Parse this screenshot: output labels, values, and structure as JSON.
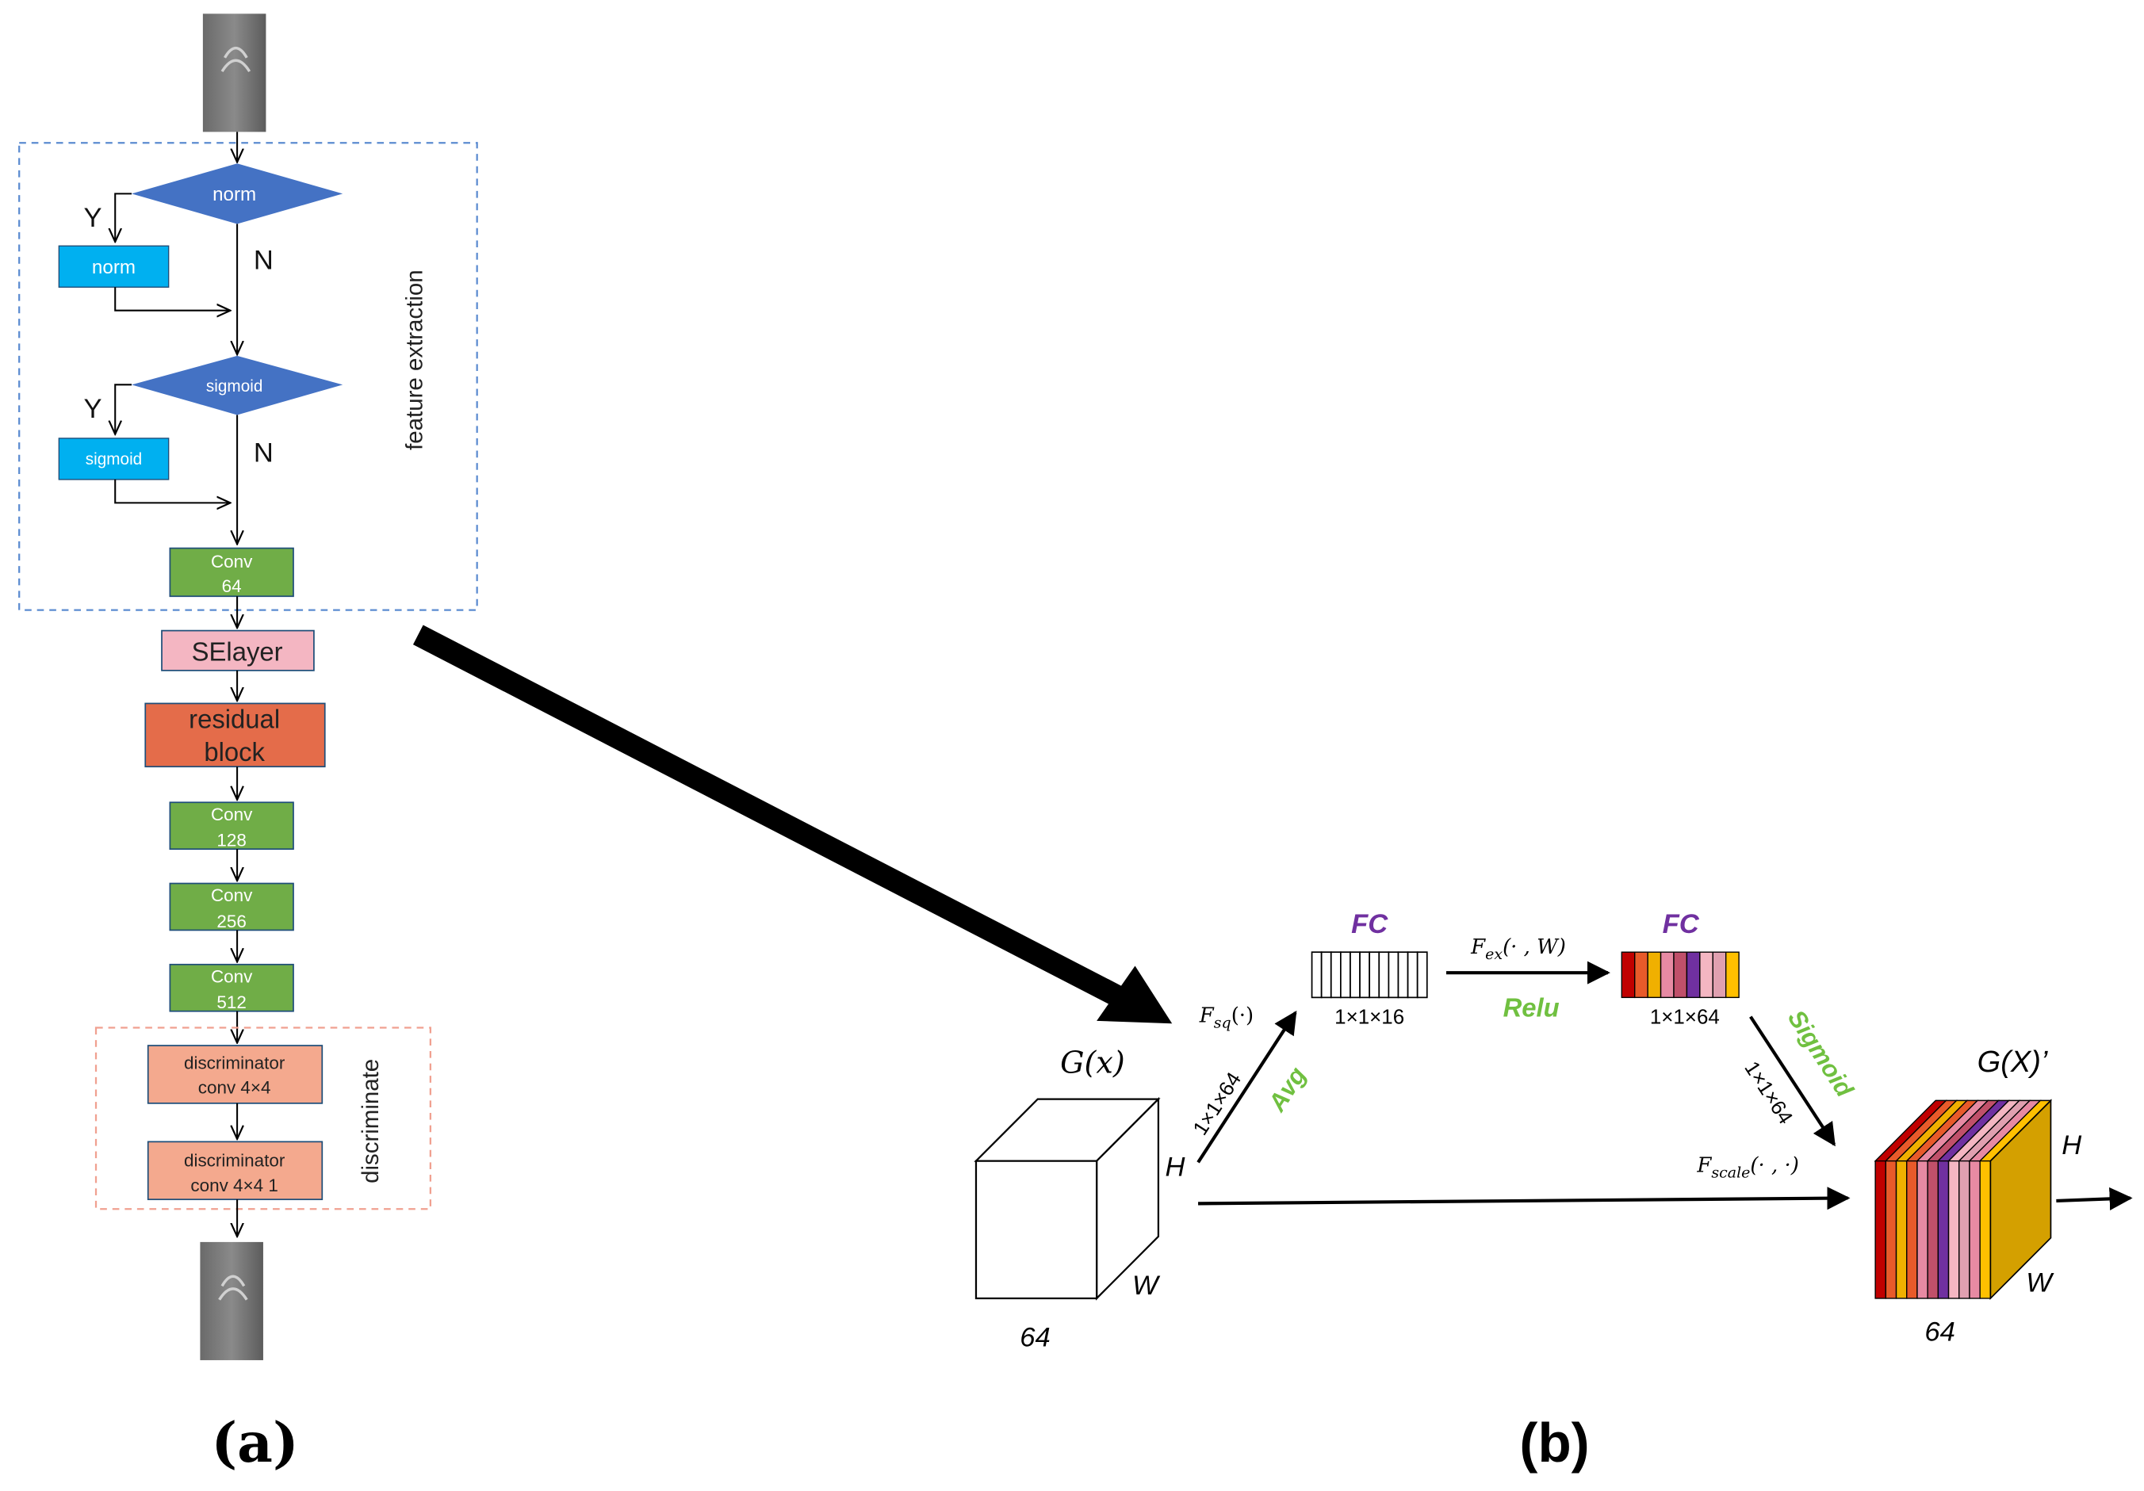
{
  "panel_a": {
    "decision_norm": "norm",
    "box_norm": "norm",
    "decision_sigmoid": "sigmoid",
    "box_sigmoid": "sigmoid",
    "yes": "Y",
    "no": "N",
    "conv64": [
      "Conv",
      "64"
    ],
    "selayer": "SElayer",
    "residual": [
      "residual",
      "block"
    ],
    "conv128": [
      "Conv",
      "128"
    ],
    "conv256": [
      "Conv",
      "256"
    ],
    "conv512": [
      "Conv",
      "512"
    ],
    "disc1": [
      "discriminator",
      "conv 4×4"
    ],
    "disc2": [
      "discriminator",
      "conv 4×4 1"
    ],
    "group_feature": "feature extraction",
    "group_discriminate": "discriminate",
    "caption": "(a)"
  },
  "panel_b": {
    "input_label": "G(x)",
    "input_h": "H",
    "input_w": "W",
    "input_c": "64",
    "fsq": "F",
    "fsq_sub": "sq",
    "fsq_arg": "(·)",
    "squeeze_dim": "1×1×64",
    "avg": "Avg",
    "fc1_title": "FC",
    "fc1_dim": "1×1×16",
    "fex": "F",
    "fex_sub": "ex",
    "fex_arg": "(· , W)",
    "relu": "Relu",
    "fc2_title": "FC",
    "fc2_dim": "1×1×64",
    "sigmoid": "Sigmoid",
    "excite_dim": "1×1×64",
    "fscale": "F",
    "fscale_sub": "scale",
    "fscale_arg": "(· , ·)",
    "output_label": "G(X)’",
    "output_h": "H",
    "output_w": "W",
    "output_c": "64",
    "caption": "(b)"
  },
  "colors": {
    "decision_blue": "#4472c4",
    "box_cyan": "#00b0f0",
    "conv_green": "#70ad47",
    "selayer_pink": "#f4b6c2",
    "residual_orange": "#e46c4a",
    "disc_salmon": "#f4a98e",
    "fc_purple": "#7030a0",
    "accent_green": "#70c040",
    "fc2_strips": [
      "#c00000",
      "#e85a2a",
      "#f0b000",
      "#e78aa3",
      "#c0506a",
      "#7030a0",
      "#f4b6c2",
      "#e0a0b0",
      "#ffc000"
    ]
  }
}
